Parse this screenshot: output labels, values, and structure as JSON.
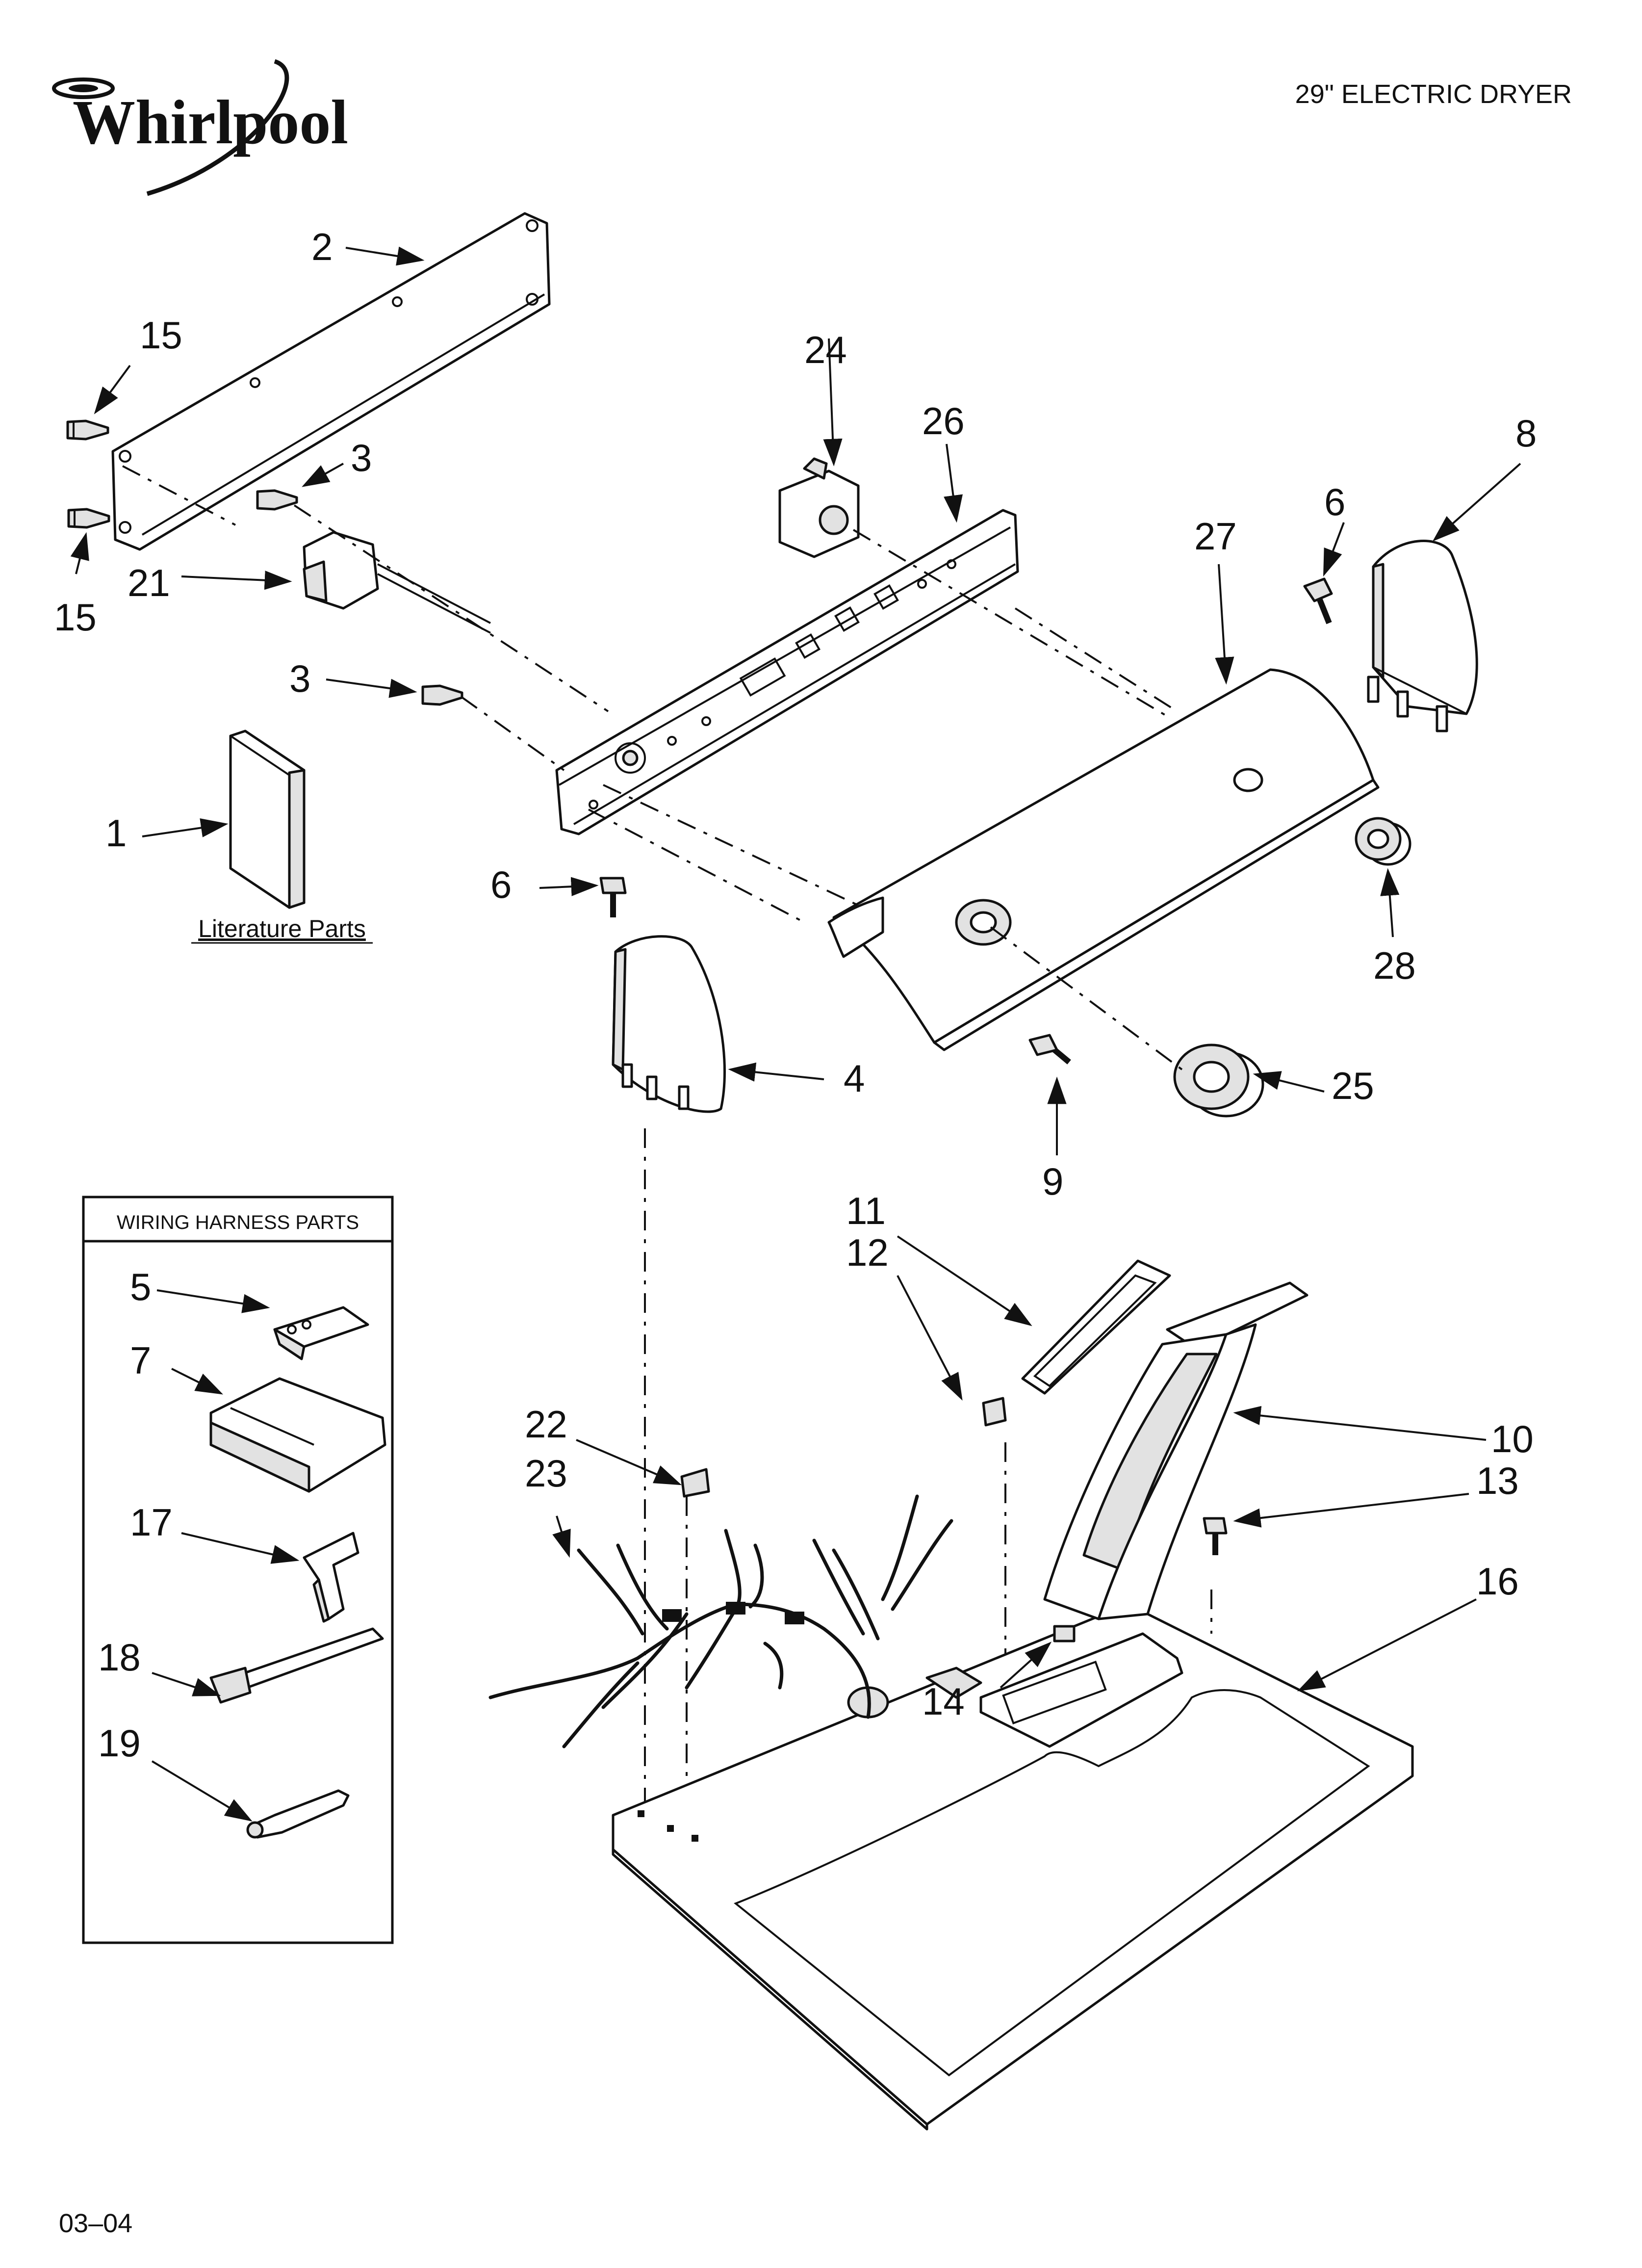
{
  "brand": {
    "logo_text": "Whirlpool",
    "color": "#111111"
  },
  "header": {
    "model_title": "29\" ELECTRIC DRYER"
  },
  "footer": {
    "code": "03–04"
  },
  "literature": {
    "label": "Literature Parts"
  },
  "wiring_box": {
    "title": "WIRING HARNESS PARTS"
  },
  "callouts": {
    "c1": "1",
    "c2": "2",
    "c3a": "3",
    "c3b": "3",
    "c4": "4",
    "c5": "5",
    "c6a": "6",
    "c6b": "6",
    "c7": "7",
    "c8": "8",
    "c9": "9",
    "c10": "10",
    "c11": "11",
    "c12": "12",
    "c13": "13",
    "c14": "14",
    "c15a": "15",
    "c15b": "15",
    "c16": "16",
    "c17": "17",
    "c18": "18",
    "c19": "19",
    "c21": "21",
    "c22": "22",
    "c23": "23",
    "c24": "24",
    "c25": "25",
    "c26": "26",
    "c27": "27",
    "c28": "28"
  }
}
